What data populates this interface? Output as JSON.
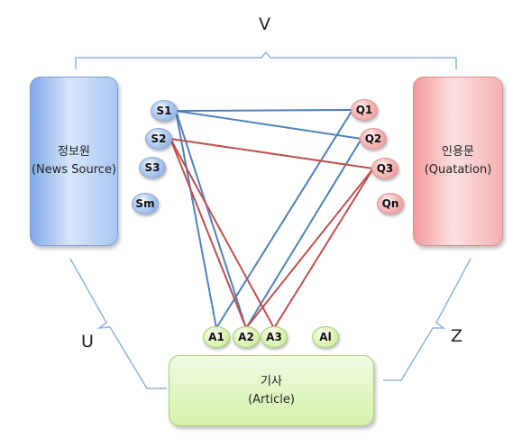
{
  "relations": {
    "v": "V",
    "u": "U",
    "z": "Z"
  },
  "source_box": {
    "title": "정보원",
    "subtitle": "(News Source)"
  },
  "quote_box": {
    "title": "인용문",
    "subtitle": "(Quatation)"
  },
  "article_box": {
    "title": "기사",
    "subtitle": "(Article)"
  },
  "sources": [
    "S1",
    "S2",
    "S3",
    "Sm"
  ],
  "quotes": [
    "Q1",
    "Q2",
    "Q3",
    "Qn"
  ],
  "articles": [
    "A1",
    "A2",
    "A3",
    "Al"
  ],
  "links": [
    {
      "from": "S1",
      "to": "Q1",
      "color": "#4f81bd"
    },
    {
      "from": "S1",
      "to": "Q2",
      "color": "#4f81bd"
    },
    {
      "from": "S1",
      "to": "A1",
      "color": "#4f81bd"
    },
    {
      "from": "S1",
      "to": "A2",
      "color": "#4f81bd"
    },
    {
      "from": "Q1",
      "to": "A1",
      "color": "#4f81bd"
    },
    {
      "from": "Q2",
      "to": "A2",
      "color": "#4f81bd"
    },
    {
      "from": "S2",
      "to": "Q3",
      "color": "#c0504d"
    },
    {
      "from": "S2",
      "to": "A2",
      "color": "#c0504d"
    },
    {
      "from": "S2",
      "to": "A3",
      "color": "#c0504d"
    },
    {
      "from": "Q3",
      "to": "A2",
      "color": "#c0504d"
    },
    {
      "from": "Q3",
      "to": "A3",
      "color": "#c0504d"
    }
  ],
  "colors": {
    "bracket": "#8eb4d9"
  }
}
